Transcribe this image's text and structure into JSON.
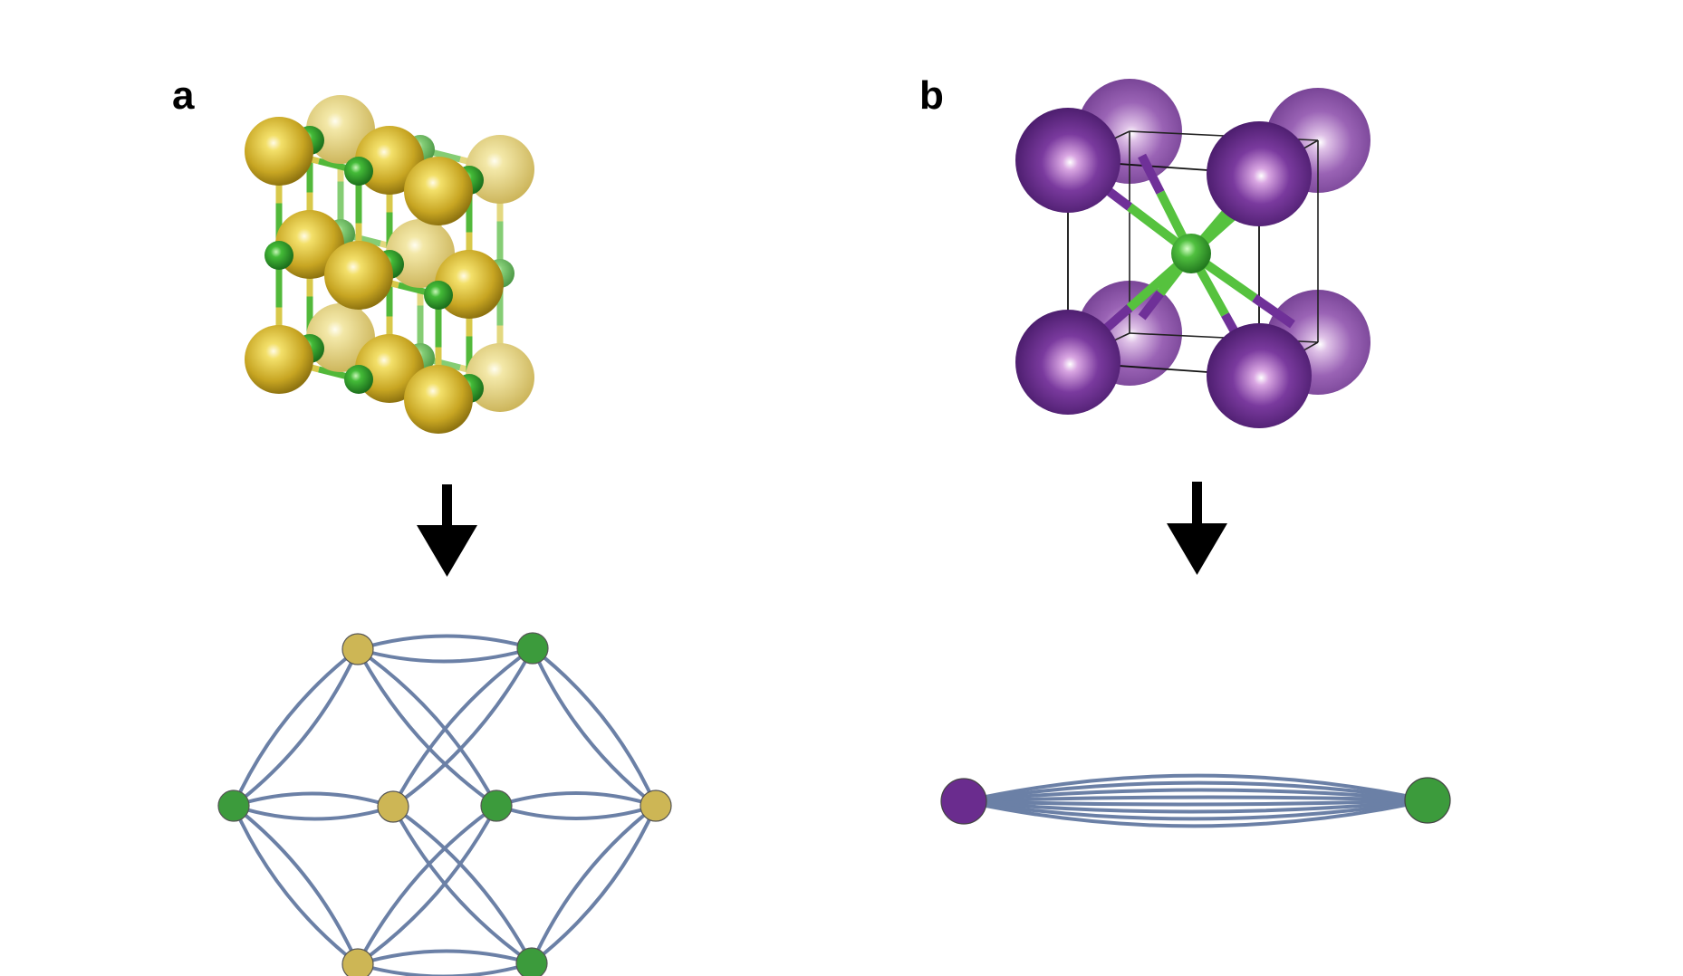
{
  "figure": {
    "panels": [
      {
        "label": "a",
        "crystal": {
          "atom_colors": {
            "large": "#d4b93a",
            "small": "#2e9a2e"
          },
          "bond_colors": [
            "#d8c84a",
            "#52b83a"
          ]
        },
        "graph": {
          "node_colors": {
            "yellow": "#cdb655",
            "green": "#3c9b3c"
          },
          "edge_color": "#6b80a6"
        }
      },
      {
        "label": "b",
        "crystal": {
          "atom_colors": {
            "large": "#6a2c8e",
            "center": "#45b53a"
          },
          "cell_line_color": "#111111"
        },
        "graph": {
          "node_colors": {
            "left": "#6a2c8e",
            "right": "#3c9b3c"
          },
          "edge_color": "#6b80a6",
          "edge_count": 8
        }
      }
    ],
    "arrow_color": "#000000"
  }
}
